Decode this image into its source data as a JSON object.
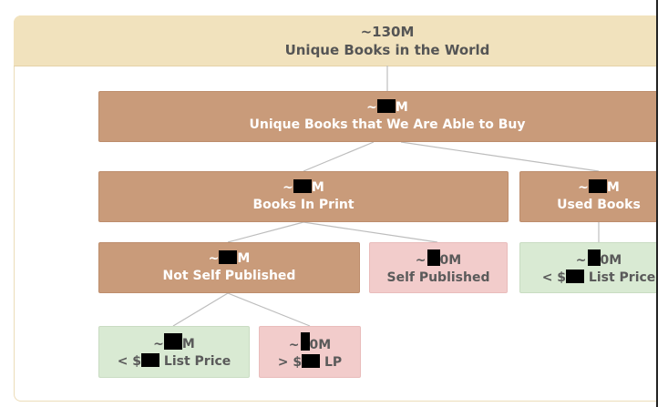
{
  "root": {
    "count": "~130M",
    "label": "Unique Books in the World"
  },
  "buyable": {
    "prefix": "~",
    "suffix": "M",
    "label": "Unique Books that We Are Able to Buy"
  },
  "in_print": {
    "prefix": "~",
    "suffix": "M",
    "label": "Books In Print"
  },
  "used": {
    "prefix": "~",
    "suffix": "M",
    "label": "Used Books"
  },
  "not_self_published": {
    "prefix": "~",
    "suffix": "M",
    "label": "Not Self Published"
  },
  "self_published": {
    "prefix": "~",
    "suffix": "0M",
    "label": "Self Published"
  },
  "used_under": {
    "prefix": "~",
    "suffix": "0M",
    "label_prefix": "< $",
    "label_suffix": " List Price"
  },
  "nsp_under": {
    "prefix": "~",
    "suffix": "M",
    "label_prefix": "< $",
    "label_suffix": " List Price"
  },
  "nsp_over": {
    "prefix": "~",
    "suffix": "0M",
    "label_prefix": "> $",
    "label_suffix": " LP"
  },
  "colors": {
    "header": "#f1e2bd",
    "brown": "#c99b7a",
    "pink": "#f2cccb",
    "green": "#d9ead3"
  }
}
